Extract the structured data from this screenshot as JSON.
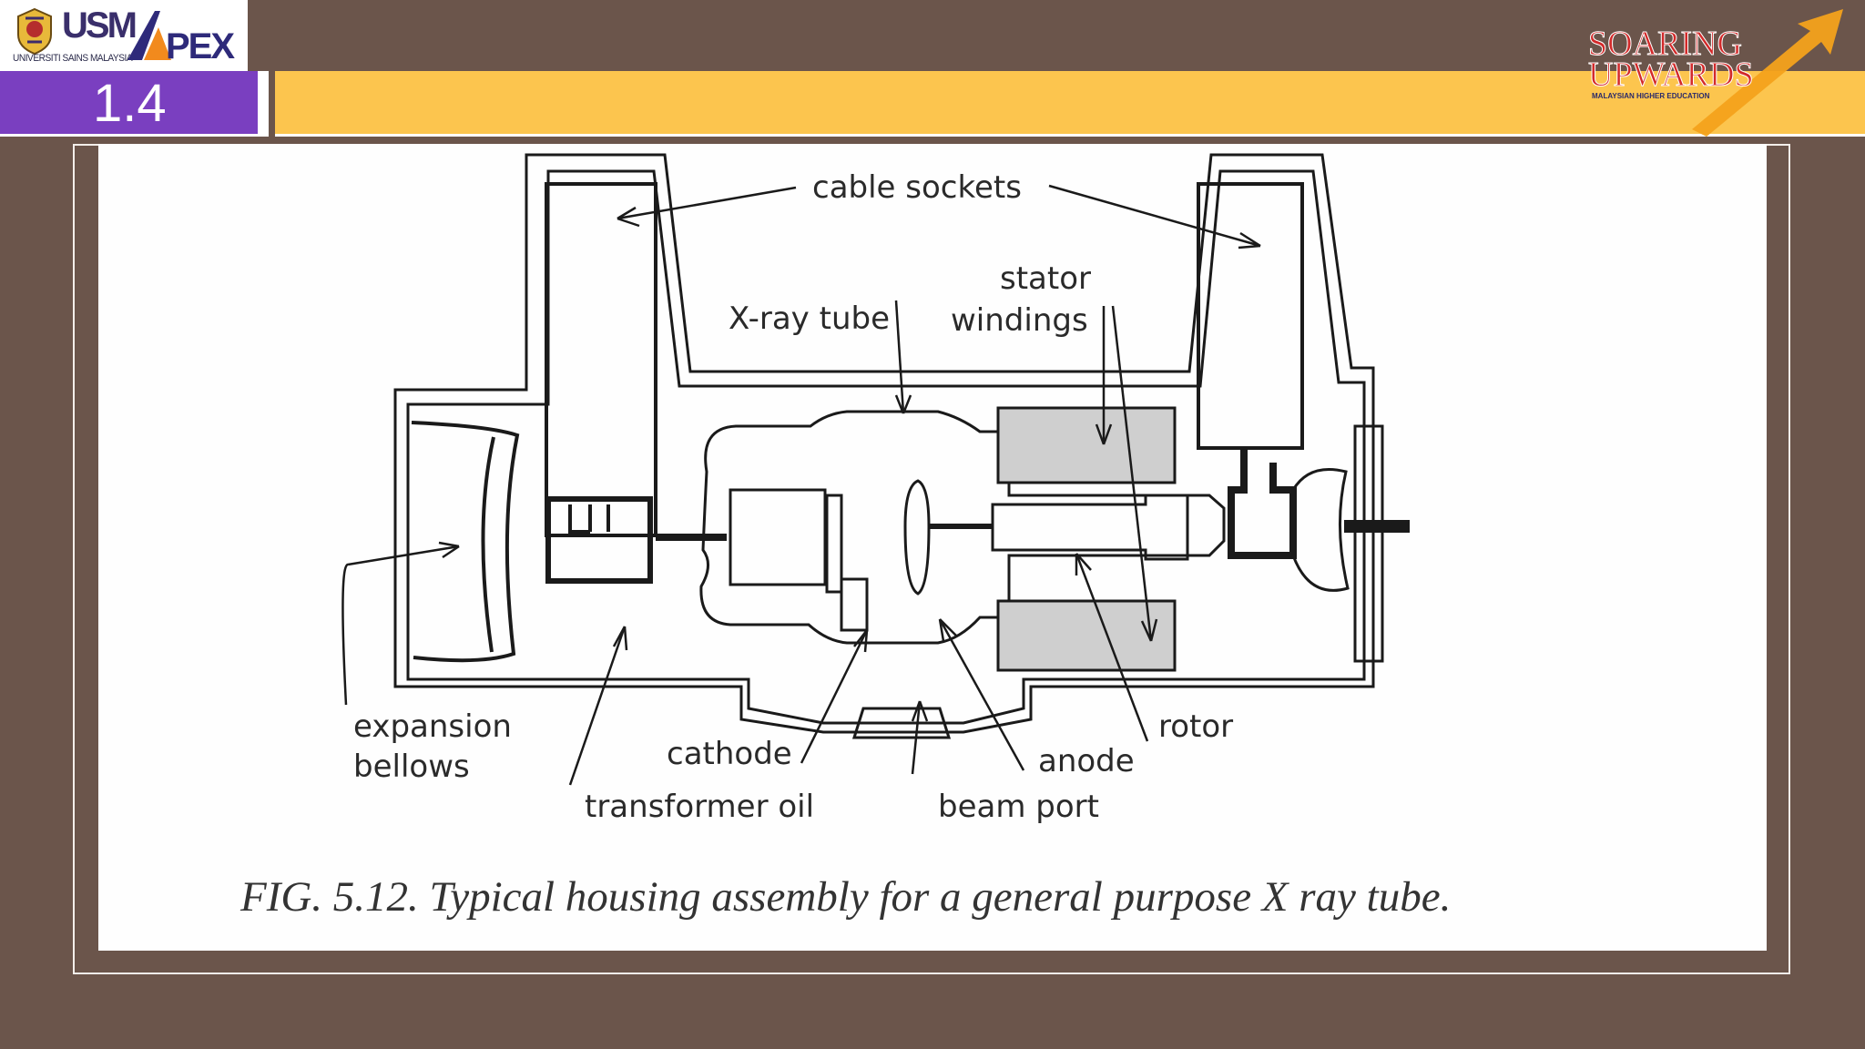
{
  "header": {
    "slide_number": "1.4",
    "usm_logo_text": "USM",
    "usm_subtitle": "UNIVERSITI SAINS MALAYSIA",
    "apex_logo_text": "APEX",
    "soaring_line1": "SOARING",
    "soaring_line2": "UPWARDS",
    "soaring_tagline": "MALAYSIAN HIGHER EDUCATION"
  },
  "figure": {
    "labels": {
      "cable_sockets": "cable sockets",
      "stator": "stator",
      "windings": "windings",
      "xray_tube": "X-ray tube",
      "expansion": "expansion",
      "bellows": "bellows",
      "cathode": "cathode",
      "transformer_oil": "transformer oil",
      "anode": "anode",
      "beam_port": "beam port",
      "rotor": "rotor"
    },
    "caption": "FIG. 5.12.  Typical housing assembly for a general purpose X ray tube."
  },
  "colors": {
    "background": "#6b554b",
    "purple": "#7a3fc0",
    "yellow": "#fcc54e",
    "panel": "#fefefe",
    "stator_fill": "#cfcfcf"
  }
}
